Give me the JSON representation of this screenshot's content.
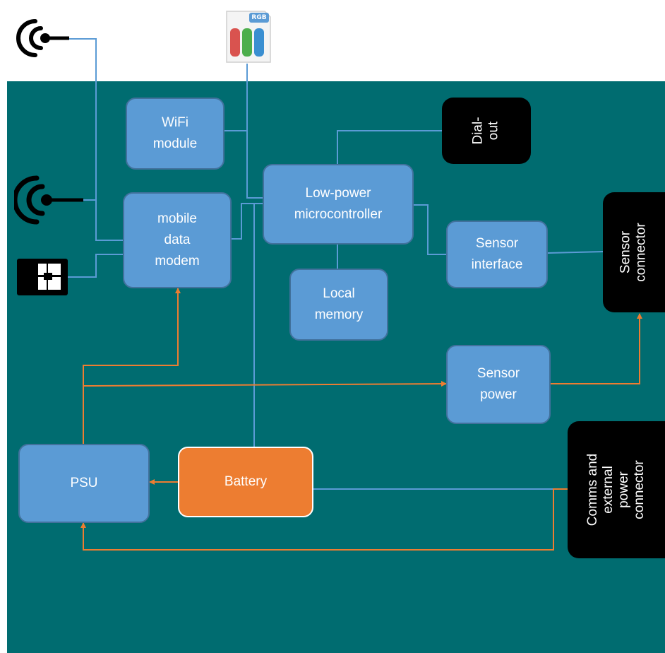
{
  "colors": {
    "background": "#006c70",
    "block_fill": "#5b9bd5",
    "block_border": "#41719c",
    "battery_fill": "#ed7d31",
    "connector_fill": "#000000",
    "data_line": "#5b9bd5",
    "power_line": "#ed7d31"
  },
  "blocks": {
    "wifi": "WiFi\nmodule",
    "modem": "mobile\ndata\nmodem",
    "mcu": "Low-power\nmicrocontroller",
    "memory": "Local\nmemory",
    "sensor_interface": "Sensor\ninterface",
    "sensor_power": "Sensor\npower",
    "psu": "PSU",
    "battery": "Battery"
  },
  "connectors": {
    "dialout": [
      "Dial-",
      "out"
    ],
    "sensor": [
      "Sensor",
      "connector"
    ],
    "comms": [
      "Comms and",
      "external",
      "power",
      "connector"
    ]
  },
  "icons": {
    "rgb_badge": "RGB",
    "antenna_top": "antenna-icon",
    "antenna_mid": "antenna-icon",
    "sim": "sim-card-icon",
    "rgb": "rgb-led-icon"
  }
}
